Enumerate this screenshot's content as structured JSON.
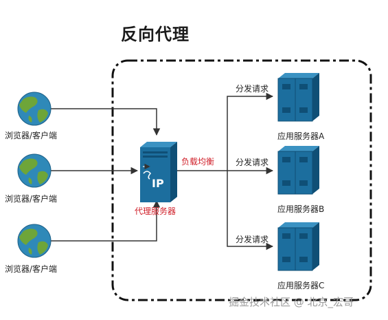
{
  "title": "反向代理",
  "clients": [
    {
      "label": "浏览器/客户端"
    },
    {
      "label": "浏览器/客户端"
    },
    {
      "label": "浏览器/客户端"
    }
  ],
  "proxy": {
    "label": "代理服务器",
    "device_text": "IP",
    "balance_label": "负载均衡"
  },
  "servers": [
    {
      "label": "应用服务器A",
      "edge_label": "分发请求"
    },
    {
      "label": "应用服务器B",
      "edge_label": "分发请求"
    },
    {
      "label": "应用服务器C",
      "edge_label": "分发请求"
    }
  ],
  "colors": {
    "globe_ocean": "#2f89b8",
    "globe_land": "#6ea539",
    "server_body": "#1c6e9e",
    "server_dark": "#0f4f76",
    "accent_red": "#d0202a",
    "line": "#333333"
  },
  "watermark": "掘金技术社区 @ 北京_宏哥"
}
